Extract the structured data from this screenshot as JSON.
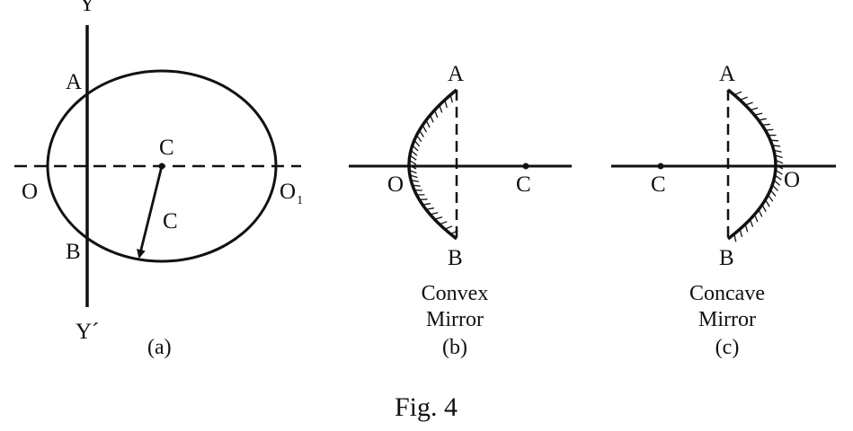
{
  "figure": {
    "caption": "Fig. 4",
    "ink_color": "#111111",
    "background_color": "#ffffff"
  },
  "panel_a": {
    "caption": "(a)",
    "labels": {
      "y_top": "Y",
      "y_bottom": "Y´",
      "point_a": "A",
      "point_b": "B",
      "point_o": "O",
      "point_o1": "O",
      "point_o1_subscript": "1",
      "center": "C",
      "radius": "C"
    }
  },
  "panel_b": {
    "caption": "(b)",
    "title_line1": "Convex",
    "title_line2": "Mirror",
    "labels": {
      "point_a": "A",
      "point_b": "B",
      "point_o": "O",
      "center": "C"
    }
  },
  "panel_c": {
    "caption": "(c)",
    "title_line1": "Concave",
    "title_line2": "Mirror",
    "labels": {
      "point_a": "A",
      "point_b": "B",
      "point_o": "O",
      "center": "C"
    }
  }
}
